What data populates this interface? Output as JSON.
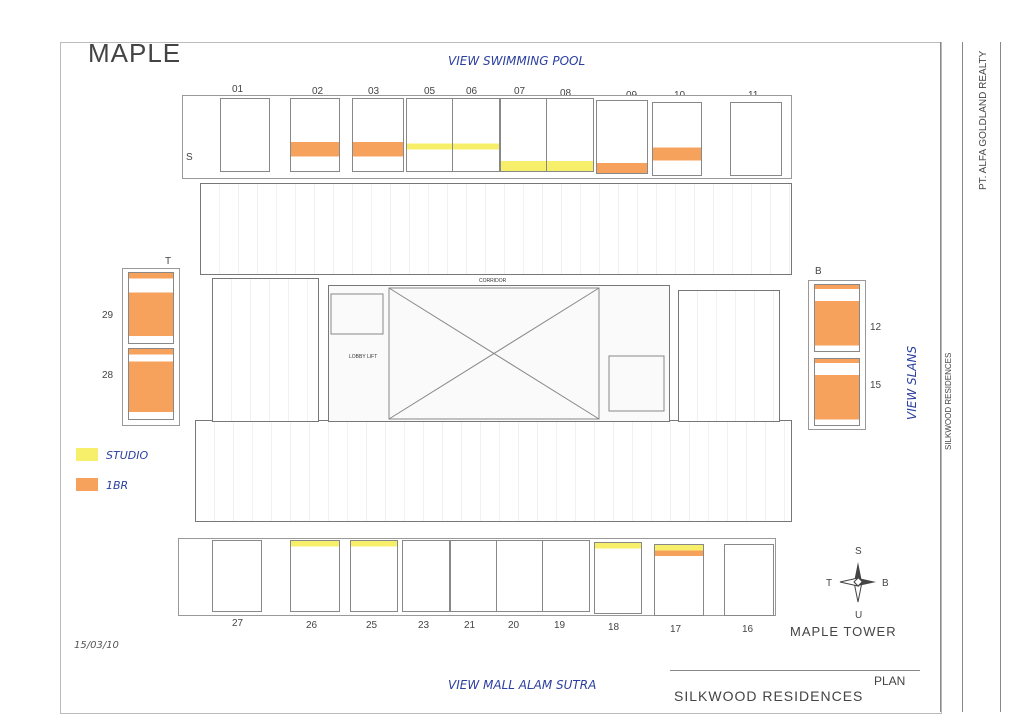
{
  "header": {
    "title": "MAPLE",
    "view_top": "VIEW SWIMMING POOL",
    "view_bottom": "VIEW MALL ALAM SUTRA",
    "view_right": "VIEW SLANS"
  },
  "top_unit_numbers": [
    "01",
    "02",
    "03",
    "05",
    "06",
    "07",
    "08",
    "09",
    "10",
    "11"
  ],
  "bottom_unit_numbers": [
    "27",
    "26",
    "25",
    "23",
    "21",
    "20",
    "19",
    "18",
    "17",
    "16"
  ],
  "left_unit_numbers": [
    "29",
    "28"
  ],
  "right_unit_numbers": [
    "12",
    "15"
  ],
  "block_labels": {
    "top": "S",
    "bottom": "U",
    "left": "T",
    "right": "B"
  },
  "legend": [
    {
      "label": "STUDIO",
      "color": "#f7ef6a"
    },
    {
      "label": "1BR",
      "color": "#f7a25c"
    }
  ],
  "compass": {
    "n": "S",
    "s": "U",
    "w": "T",
    "e": "B"
  },
  "tower_name": "MAPLE TOWER",
  "plan_label": "PLAN",
  "project_name": "SILKWOOD RESIDENCES",
  "company": "PT. ALFA GOLDLAND REALTY",
  "signature_date": "15/03/10",
  "corridor": "CORRIDOR",
  "lobby": "LOBBY LIFT"
}
